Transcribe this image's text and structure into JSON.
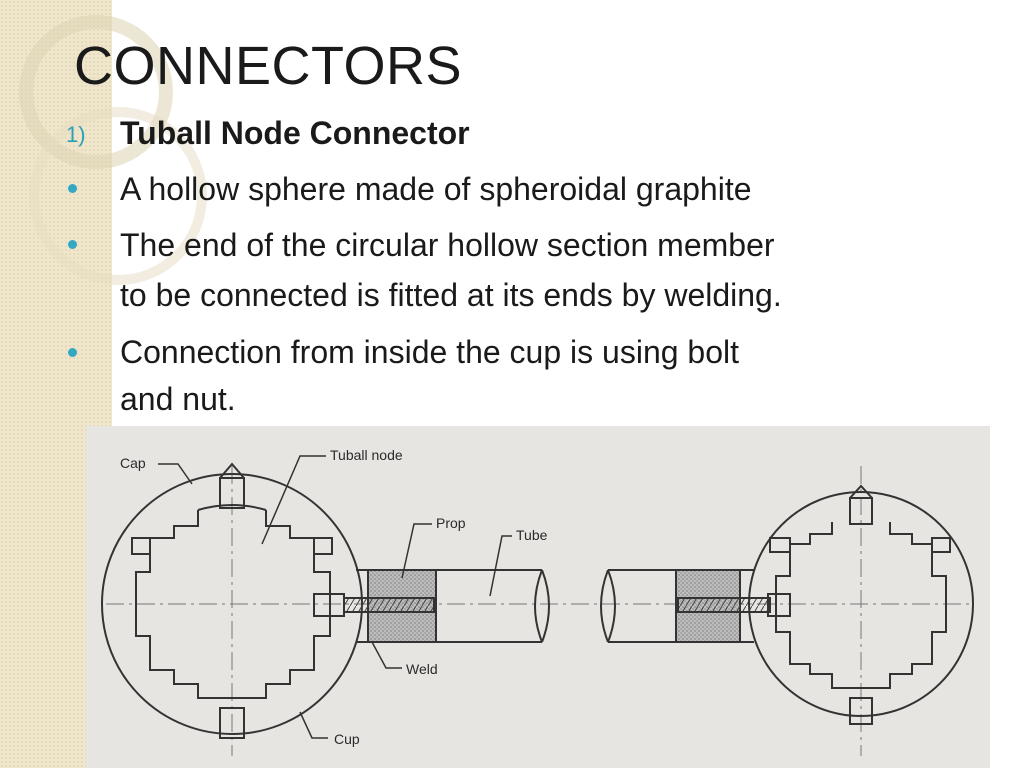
{
  "slide": {
    "title": "CONNECTORS",
    "list_marker": "1)",
    "heading": "Tuball Node Connector",
    "bullets": [
      {
        "lines": [
          "A hollow sphere made of spheroidal graphite"
        ]
      },
      {
        "lines": [
          "The end of the circular hollow section member",
          "to be connected is fitted at its ends by welding."
        ]
      },
      {
        "lines": [
          "Connection from inside the cup is using bolt",
          "and nut."
        ]
      }
    ]
  },
  "figure": {
    "labels": {
      "cap": "Cap",
      "tuball_node": "Tuball node",
      "prop": "Prop",
      "tube": "Tube",
      "weld": "Weld",
      "cup": "Cup"
    }
  },
  "colors": {
    "accent": "#34a7c1",
    "side_band": "#efe6cc",
    "figure_bg": "#e7e5e2"
  }
}
